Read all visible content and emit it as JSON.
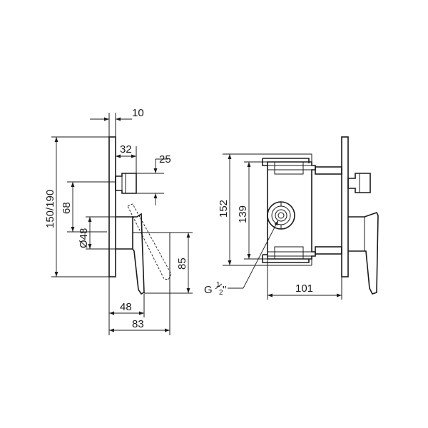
{
  "side_view": {
    "plate_thickness": "10",
    "spout_length": "32",
    "spout_diameter": "25",
    "plate_height": "150/190",
    "spout_offset": "68",
    "handle_base_diameter": "Ø48",
    "handle_height": "85",
    "handle_depth": "48",
    "total_depth": "83"
  },
  "front_view": {
    "box_outer_height": "152",
    "box_inner_height": "139",
    "connection_thread_prefix": "G ",
    "connection_thread_num": "1",
    "connection_thread_den": "2",
    "connection_thread_suffix": "\"",
    "box_depth": "101"
  }
}
